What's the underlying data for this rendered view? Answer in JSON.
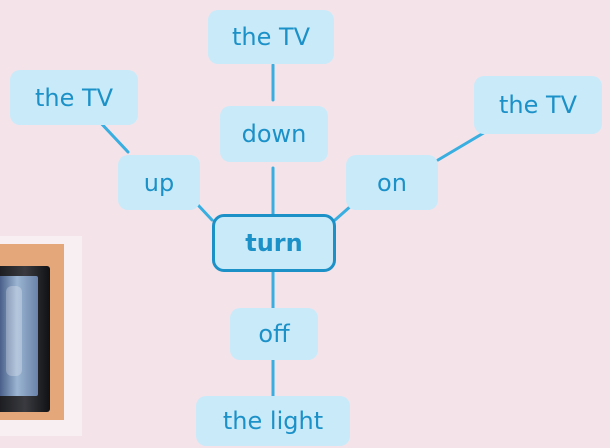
{
  "diagram": {
    "center": "turn",
    "nodes": {
      "up": "up",
      "down": "down",
      "on": "on",
      "off": "off",
      "up_object": "the TV",
      "down_object": "the TV",
      "on_object": "the TV",
      "off_object": "the light"
    }
  },
  "illustration": {
    "subject": "tv-icon"
  },
  "colors": {
    "background": "#f4e4ea",
    "node_fill": "#c9eaf9",
    "node_text": "#1c91c8",
    "edge": "#39aee0"
  }
}
